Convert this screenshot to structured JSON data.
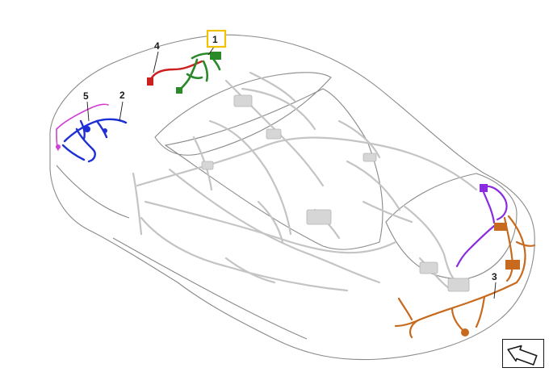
{
  "callouts": [
    {
      "label": "1",
      "highlighted": true
    },
    {
      "label": "2"
    },
    {
      "label": "3"
    },
    {
      "label": "4"
    },
    {
      "label": "5"
    }
  ],
  "colors": {
    "outline": "#8a8a8a",
    "harness_gray": "#c4c4c4",
    "highlight_box": "#f2c200",
    "harness_1": "#2a8a2a",
    "harness_2": "#1f2fd6",
    "harness_3": "#c86a1e",
    "harness_4": "#cc2020",
    "harness_5": "#d23fd2",
    "harness_purple": "#8a2be2"
  },
  "icons": {
    "orientation": "direction-arrow-icon"
  }
}
